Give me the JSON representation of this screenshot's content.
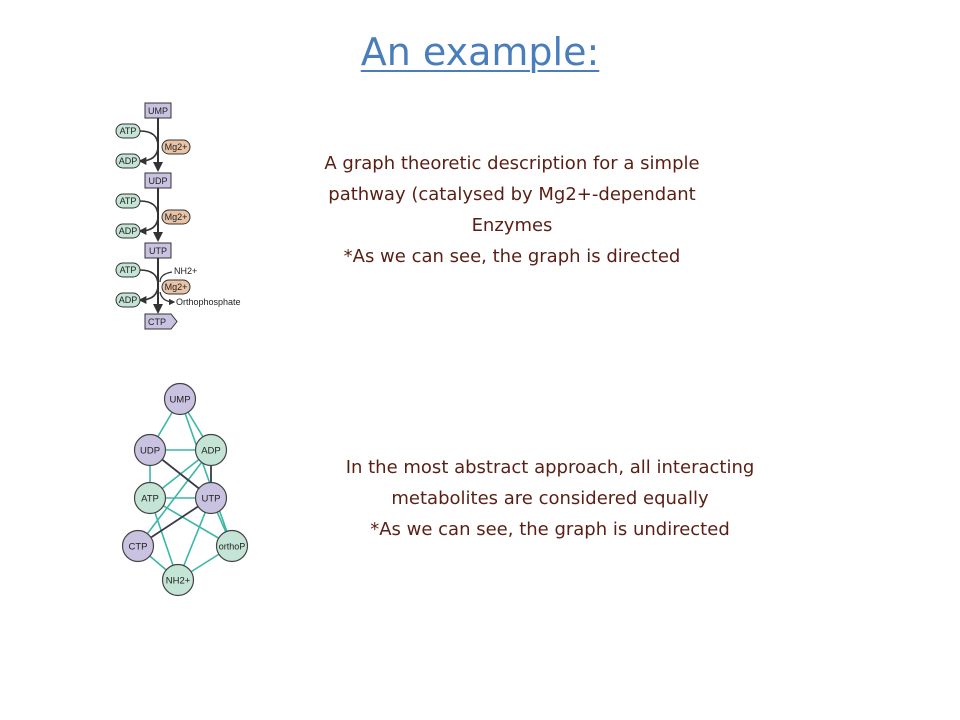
{
  "title": "An example:",
  "captions": {
    "directed": [
      "A graph theoretic description for a simple",
      "pathway (catalysed by Mg2+-dependant",
      "Enzymes",
      "*As we can see, the graph is directed"
    ],
    "undirected": [
      "In the most abstract approach, all interacting",
      "metabolites are considered equally",
      "*As we can see, the graph is undirected"
    ]
  },
  "pathway": {
    "nodes": [
      "UMP",
      "UDP",
      "UTP",
      "CTP"
    ],
    "cofactor_in": [
      "ATP",
      "ATP",
      "ATP"
    ],
    "cofactor_out": [
      "ADP",
      "ADP",
      "ADP"
    ],
    "enzyme_label": "Mg2+",
    "extra_in": "NH2+",
    "extra_out": "Orthophosphate"
  },
  "network": {
    "nodes": [
      "UMP",
      "UDP",
      "ADP",
      "ATP",
      "UTP",
      "CTP",
      "orthoP",
      "NH2+"
    ]
  },
  "colors": {
    "title": "#4a7ebb",
    "caption": "#5a1f14",
    "node_purple": "#c9c2e0",
    "node_green": "#c4e4d6",
    "enzyme": "#e8c3a6",
    "edge_teal": "#3bb7a6",
    "edge_dark": "#3a3a4a"
  }
}
